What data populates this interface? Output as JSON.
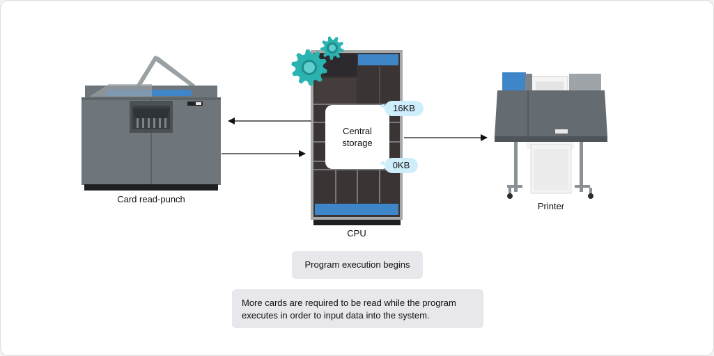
{
  "devices": {
    "card_read_punch": {
      "label": "Card read-punch"
    },
    "cpu": {
      "label": "CPU"
    },
    "printer": {
      "label": "Printer"
    }
  },
  "central_storage": {
    "label": "Central storage",
    "top_marker": "16KB",
    "bottom_marker": "0KB"
  },
  "status": {
    "text": "Program execution begins"
  },
  "note": {
    "text": "More cards are required to be read while the program executes in order to input data into the system."
  },
  "colors": {
    "machine_gray": "#6f767b",
    "machine_dark": "#54595d",
    "accent_blue": "#3f86c8",
    "gear_teal": "#2ab3b1",
    "bubble_blue": "#cfeefc",
    "panel_gray": "#e7e7ec"
  },
  "icons": [
    "gear-icon",
    "arrow-left-icon",
    "arrow-right-icon"
  ]
}
